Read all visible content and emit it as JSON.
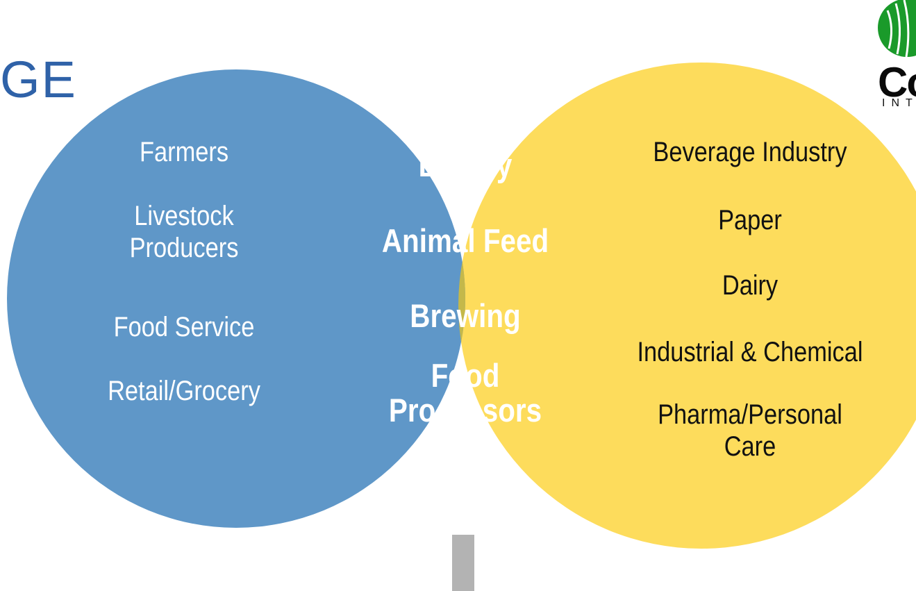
{
  "colors": {
    "left_circle": "#5f97c8",
    "right_circle": "#fddc5c",
    "overlap": "#c4b84a",
    "bar": "#b3b3b3",
    "logo_left_text": "#2f62a8",
    "logo_right_green": "#1a9a2a"
  },
  "logos": {
    "left": {
      "text": "GE",
      "icon": "company-logo-left"
    },
    "right": {
      "text": "Cor",
      "subtext": "INT",
      "icon": "company-logo-right-globe"
    }
  },
  "left_set": {
    "items": [
      "Farmers",
      "Livestock\nProducers",
      "Food Service",
      "Retail/Grocery"
    ]
  },
  "overlap_set": {
    "items": [
      "Bakery",
      "Animal Feed",
      "Brewing",
      "Food\nProcessors"
    ]
  },
  "right_set": {
    "items": [
      "Beverage Industry",
      "Paper",
      "Dairy",
      "Industrial & Chemical",
      "Pharma/Personal\nCare"
    ]
  }
}
